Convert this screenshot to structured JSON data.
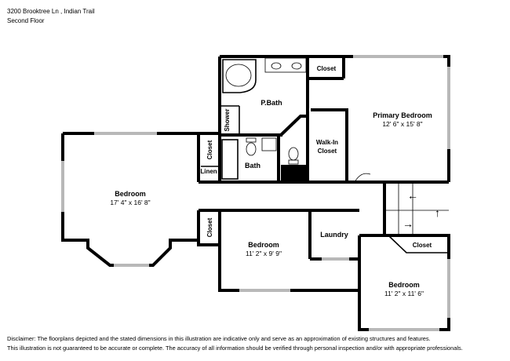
{
  "header": {
    "address": "3200 Brooktree Ln , Indian Trail",
    "floor": "Second Floor"
  },
  "rooms": {
    "bedroom_left": {
      "name": "Bedroom",
      "dims": "17' 4\" x 16' 8\""
    },
    "primary_bedroom": {
      "name": "Primary Bedroom",
      "dims": "12' 6\" x 15' 8\""
    },
    "bedroom_center": {
      "name": "Bedroom",
      "dims": "11' 2\" x 9' 9\""
    },
    "bedroom_right": {
      "name": "Bedroom",
      "dims": "11' 2\" x 11' 6\""
    },
    "pbath": {
      "name": "P.Bath"
    },
    "bath": {
      "name": "Bath"
    },
    "shower": {
      "name": "Shower"
    },
    "linen": {
      "name": "Linen"
    },
    "laundry": {
      "name": "Laundry"
    },
    "walkin_line1": "Walk-In",
    "walkin_line2": "Closet",
    "closet_top": "Closet",
    "closet_left_upper": "Closet",
    "closet_left_lower": "Closet",
    "closet_right": "Closet"
  },
  "disclaimer": {
    "line1": "Disclaimer: The floorplans depicted and the stated dimensions in this illustration are indicative only and serve as an approximation of existing structures and features.",
    "line2": "This illustration is not guaranteed to be accurate or complete. The accuracy of all information should be verified through personal inspection and/or with appropriate professionals."
  },
  "colors": {
    "wall": "#000000",
    "window": "#b8b8b8",
    "background": "#ffffff"
  }
}
